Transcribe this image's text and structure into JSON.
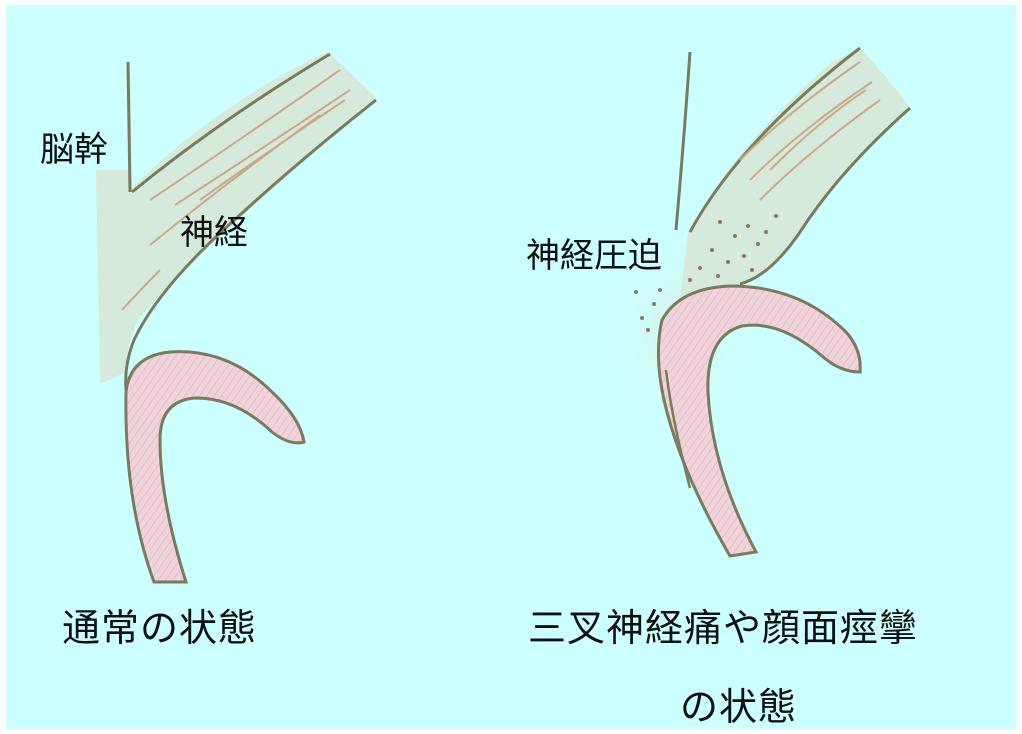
{
  "labels": {
    "brainstem": "脳幹",
    "nerve": "神経",
    "nerve_compression": "神経圧迫"
  },
  "captions": {
    "normal": "通常の状態",
    "pathology_line1": "三叉神経痛や顔面痙攣",
    "pathology_line2": "の状態"
  },
  "colors": {
    "background": "#ccffff",
    "nerve_fill": "#d6eadb",
    "vessel_fill": "#f0d4dc",
    "outline": "#7a7a5c",
    "vessel_hatch": "#d89aa8",
    "nerve_fiber": "#c9a98a",
    "compression_dots": "#8a7a55"
  }
}
